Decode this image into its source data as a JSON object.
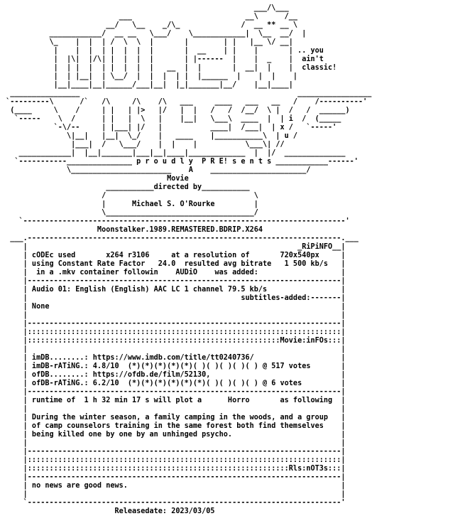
{
  "lines": [
    "                                                          ___/\\___      ",
    "                           ___                          __\\      /__    ",
    "                        __/   \\__    _/\\_              /  __ ** __ \\    ",
    "           ____________/  __ __   \\___/    \\____________|  \\__  __/  |  ",
    "           \\_    |  |  | /  \\  \\  |       |        | |   |__ \\/ __|   ",
    "            |    |  |  | |  |  |  |       |  __    | |    |       | .. you",
    "            |  |\\|  |/\\| |  |  |  |       | |------  |    |  _    |  ain't",
    "            |  | |  |  | |  |  |  |   __  |  |       |  __|  |    |  classic!",
    "            |  | |__|  | \\__/  |  |  |  | |  |______  |    |  |    |   ",
    "            |__|____|__|______/___|__|  |_|_______|__/    |__|____|   ",
    "  ________________                                                  _________________",
    " `---------\\      /`   /\\     /\\    /\\   ___     ____   ___   __   /    /----------'",
    "  (____     \\    /     | |   | |>   |/   |  |   /   /  /__/  \\ |  /   /  ______)",
    "   `-----    \\  /      | |   |  \\   |    |__|   \\___\\  ____  |  | i  /  (_____",
    "            `-\\/--     | |___| |/   |           ____|  /___|  | x /   `-----'",
    "               \\|__|   |__|  \\_/    |   ____    |___________\\  | u /",
    "                |___|  /   \\___/    |  |    |           \\___\\| //  ",
    "    ____________|  |__|_______|___|__|____|_____________  |  |/  ______________",
    "   `-----------_______________ p r o u d l y  P R E! s e n t s ____________------'",
    "               \\_______________________    A    ______________________/",
    "                                      Movie",
    "                        ___________directed by___________",
    "                       /                                  \\",
    "                       |      Michael S. O'Rourke         |",
    "                       \\__________________________________/",
    "    `--------------------------------------------------------------------------'",
    "                      Moonstalker.1989.REMASTERED.BDRIP.X264",
    "  ___.------------------------------------------------------------------------.___",
    "     |                                                              _RiPiNFO__|",
    "     | cODEc used       x264 r3106     at a resolution of       720x540px     |",
    "     | using Constant Rate Factor   24.0  resulted avg bitrate   1 500 kb/s   |",
    "     |  in a .mkv container followin    AUDiO    was added:                   |",
    "     |------------------------------------------------------------------------|",
    "     | Audio 01: English (English) AAC LC 1 channel 79.5 kb/s                 |",
    "     |                                                 subtitles-added:-------|",
    "     | None                                                                   |",
    "     |                                                                        |",
    "     |------------------------------------------------------------------------|",
    "     |::::::::::::::::::::::::::::::::::::::::::::::::::::::::::::::::::::::::|",
    "     |::::::::::::::::::::::::::::::::::::::::::::::::::::::::::Movie:inFOs:::|",
    "     |                                                                        |",
    "     | imDB........: https://www.imdb.com/title/tt0240736/                    |",
    "     | imDB-rATiNG.: 4.8/10  (*)(*)(*)(*)(*)( )( )( )( )( ) @ 517 votes       |",
    "     | ofDB........: https://ofdb.de/film/52130,                              |",
    "     | ofDB-rATiNG.: 6.2/10  (*)(*)(*)(*)(*)(*)( )( )( )( ) @ 6 votes         |",
    "     |------------------------------------------------------------------------|",
    "     | runtime of  1 h 32 min 17 s will plot a      Horro       as following  |",
    "     |                                                                        |",
    "     | During the winter season, a family camping in the woods, and a group   |",
    "     | of camp counselors training in the same forest both find themselves    |",
    "     | being killed one by one by an unhinged psycho.                         |",
    "     |                                                                        |",
    "     |------------------------------------------------------------------------|",
    "     |::::::::::::::::::::::::::::::::::::::::::::::::::::::::::::::::::::::::|",
    "     |::::::::::::::::::::::::::::::::::::::::::::::::::::::::::::Rls:nOT3s:::|",
    "     |------------------------------------------------------------------------|",
    "     | no news are good news.                                                 |",
    "     |                                                                        |",
    "     `------------------------------------------------------------------------'",
    "                          Releasedate: 2023/03/05"
  ]
}
